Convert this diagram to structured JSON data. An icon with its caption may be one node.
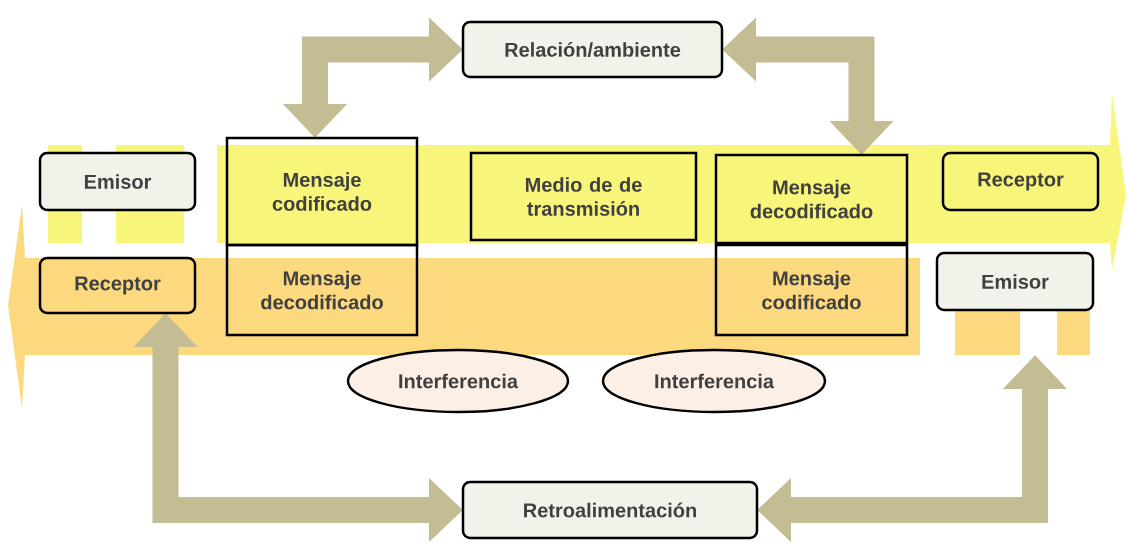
{
  "diagram": {
    "nodes": [
      {
        "text": [
          "Relación/ambiente"
        ]
      },
      {
        "text": [],
        "shape": "arrow"
      },
      {
        "text": [
          "Emisor"
        ]
      },
      {
        "text": [
          "Mensaje codificado"
        ],
        "in": 1
      },
      {
        "text": [
          "Medio de de transmisión"
        ],
        "in": 1
      },
      {
        "text": [
          "Mensaje decodificado"
        ],
        "in": 1
      },
      {
        "text": [
          "Receptor"
        ],
        "in": 1
      },
      {
        "text": [],
        "shape": "arrow"
      },
      {
        "text": [
          "Receptor"
        ],
        "in": 7
      },
      {
        "text": [
          "Mensaje decodificado"
        ],
        "in": 7
      },
      {
        "text": [
          "Mensaje codificado"
        ],
        "in": 7
      },
      {
        "text": [
          "Emisor"
        ]
      },
      {
        "text": [
          "Interferencia"
        ]
      },
      {
        "text": [
          "Interferencia"
        ]
      },
      {
        "text": [
          "Retroalimentación"
        ]
      }
    ],
    "edges": [
      {
        "from": 0,
        "to": 3,
        "arrow": "both"
      },
      {
        "from": 0,
        "to": 5,
        "arrow": "both"
      },
      {
        "from": 8,
        "to": 14,
        "arrow": "both"
      },
      {
        "from": 11,
        "to": 14,
        "arrow": "both"
      }
    ]
  }
}
